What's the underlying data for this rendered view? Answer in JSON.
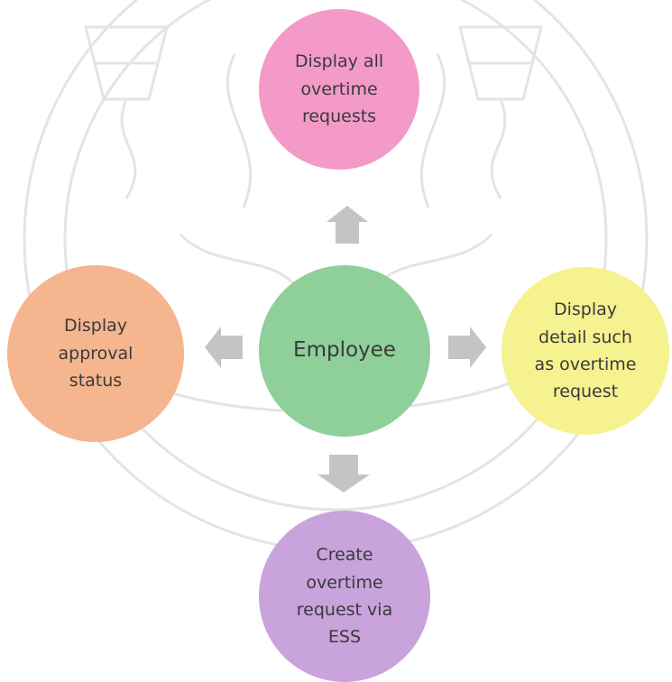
{
  "diagram": {
    "center": {
      "label": "Employee",
      "color": "#8fcf9a"
    },
    "top": {
      "label": "Display all\novertime\nrequests",
      "color": "#f39ac9"
    },
    "left": {
      "label": "Display\napproval\nstatus",
      "color": "#f5b58f"
    },
    "right": {
      "label": "Display\ndetail such\nas overtime\nrequest",
      "color": "#f5f28f"
    },
    "bottom": {
      "label": "Create\novertime\nrequest via\nESS",
      "color": "#c9a3db"
    },
    "arrow_color": "#c4c4c4"
  }
}
